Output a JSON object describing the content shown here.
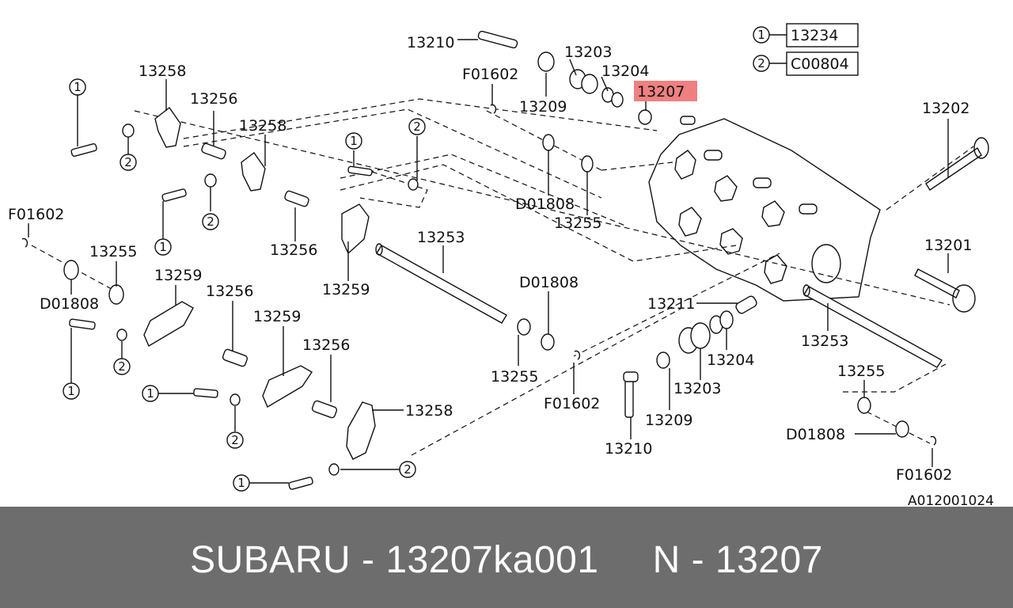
{
  "legend": [
    {
      "num": "1",
      "part": "13234"
    },
    {
      "num": "2",
      "part": "C00804"
    }
  ],
  "highlight_color": "#f08080",
  "callouts": {
    "c13210_top": "13210",
    "c13203_top": "13203",
    "c13204_top": "13204",
    "c13207": "13207",
    "cF01602_top": "F01602",
    "c13209_top": "13209",
    "c13258_top": "13258",
    "c13256_top": "13256",
    "c13258_mid": "13258",
    "c13202": "13202",
    "cF01602_left": "F01602",
    "c13256_mid": "13256",
    "cD01808_top": "D01808",
    "c13255_top": "13255",
    "c13255_left": "13255",
    "c13259_left": "13259",
    "c13259_mid": "13259",
    "cD01808_left": "D01808",
    "c13253_mid": "13253",
    "c13201": "13201",
    "cD01808_mid": "D01808",
    "c13211": "13211",
    "c13256_low": "13256",
    "c13259_low": "13259",
    "c13256_low2": "13256",
    "c13253_right": "13253",
    "c13204_low": "13204",
    "c13255_mid": "13255",
    "c13203_low": "13203",
    "c13255_right": "13255",
    "cF01602_mid": "F01602",
    "c13258_low": "13258",
    "c13209_low": "13209",
    "cD01808_right": "D01808",
    "c13210_low": "13210",
    "cF01602_right": "F01602",
    "figure_code": "A012001024"
  },
  "markers": {
    "m1_a": "1",
    "m2_a": "2",
    "m2_b": "2",
    "m1_b": "1",
    "m2_c": "2",
    "m1_c": "1",
    "m1_d": "1",
    "m2_d": "2",
    "m1_e": "1",
    "m2_e": "2",
    "m1_f": "1",
    "m2_f": "2"
  },
  "banner": {
    "brand": "SUBARU",
    "sep": " - ",
    "part_number": "13207ka001",
    "ref_prefix": "N",
    "ref_number": "13207"
  }
}
